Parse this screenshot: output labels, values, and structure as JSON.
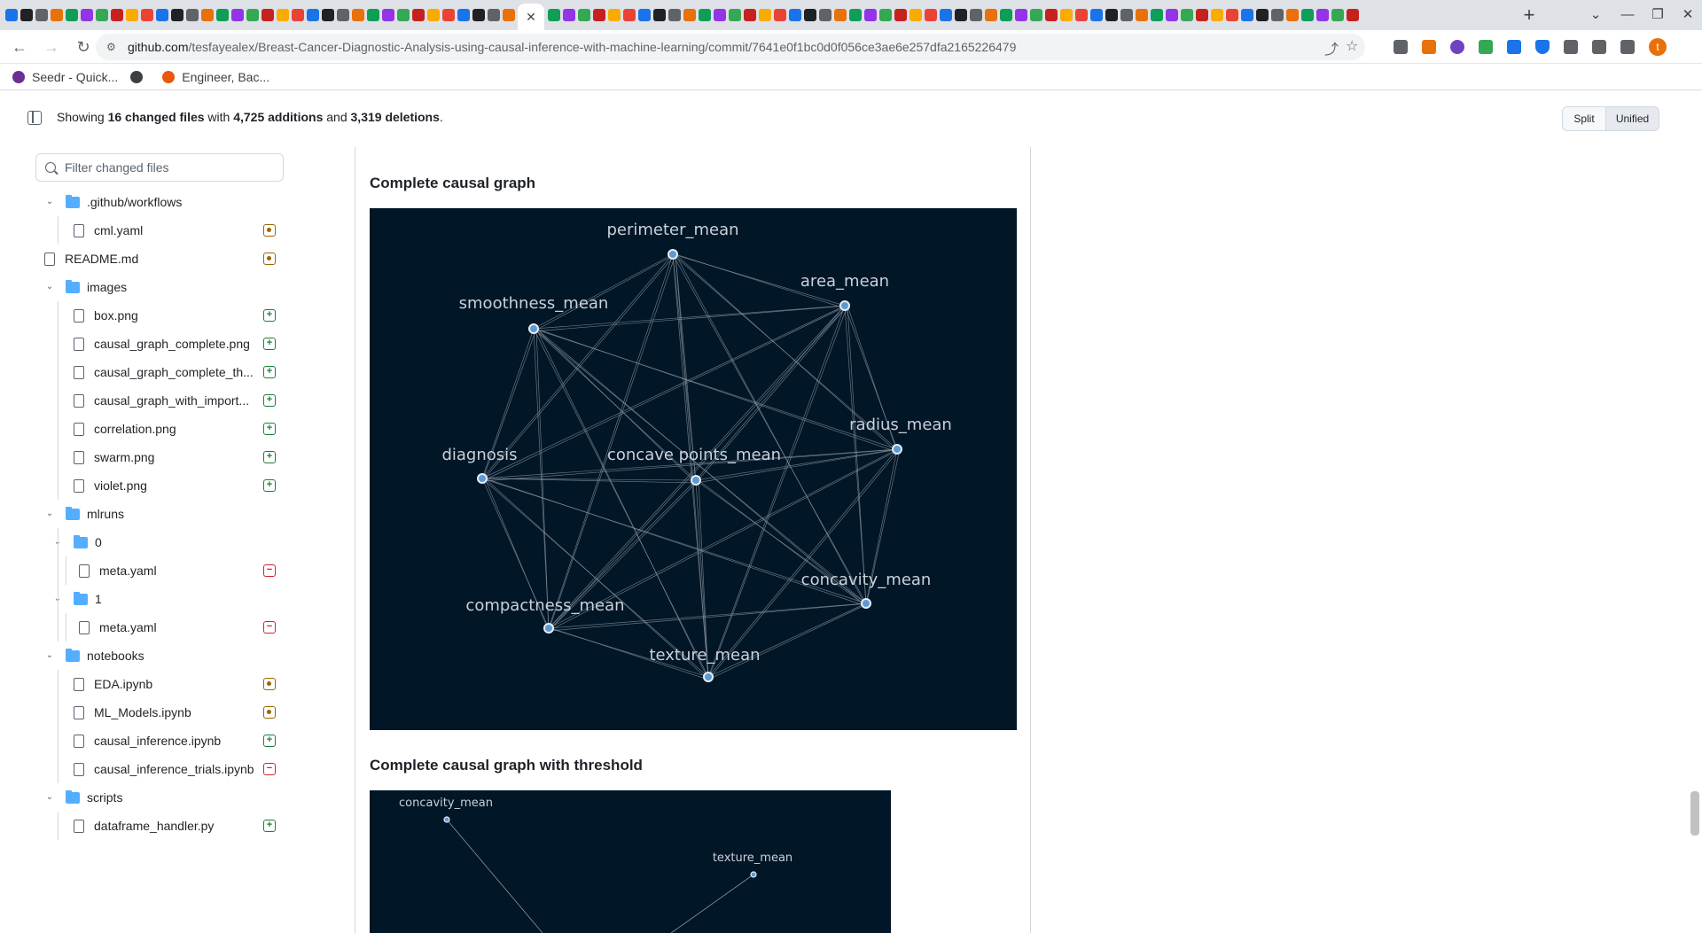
{
  "browser": {
    "url_host": "github.com",
    "url_path": "/tesfayealex/Breast-Cancer-Diagnostic-Analysis-using-causal-inference-with-machine-learning/commit/7641e0f1bc0d0f056ce3ae6e257dfa2165226479",
    "profile_initial": "t",
    "close_tab_glyph": "✕",
    "new_tab_glyph": "+",
    "bookmarks": [
      {
        "label": "Seedr - Quick..."
      },
      {
        "label": "Engineer, Bac..."
      }
    ]
  },
  "diff": {
    "summary_prefix": "Showing ",
    "files_count": "16 changed files",
    "with_text": " with ",
    "additions": "4,725 additions",
    "and_text": " and ",
    "deletions": "3,319 deletions",
    "period": ".",
    "split_label": "Split",
    "unified_label": "Unified"
  },
  "file_filter": {
    "placeholder": "Filter changed files"
  },
  "file_tree": [
    {
      "type": "folder",
      "name": ".github/workflows",
      "depth": 0,
      "expanded": true
    },
    {
      "type": "file",
      "name": "cml.yaml",
      "depth": 1,
      "status": "modified"
    },
    {
      "type": "file",
      "name": "README.md",
      "depth": 0,
      "status": "modified"
    },
    {
      "type": "folder",
      "name": "images",
      "depth": 0,
      "expanded": true
    },
    {
      "type": "file",
      "name": "box.png",
      "depth": 1,
      "status": "added"
    },
    {
      "type": "file",
      "name": "causal_graph_complete.png",
      "depth": 1,
      "status": "added"
    },
    {
      "type": "file",
      "name": "causal_graph_complete_th...",
      "depth": 1,
      "status": "added"
    },
    {
      "type": "file",
      "name": "causal_graph_with_import...",
      "depth": 1,
      "status": "added"
    },
    {
      "type": "file",
      "name": "correlation.png",
      "depth": 1,
      "status": "added"
    },
    {
      "type": "file",
      "name": "swarm.png",
      "depth": 1,
      "status": "added"
    },
    {
      "type": "file",
      "name": "violet.png",
      "depth": 1,
      "status": "added"
    },
    {
      "type": "folder",
      "name": "mlruns",
      "depth": 0,
      "expanded": true
    },
    {
      "type": "folder",
      "name": "0",
      "depth": 1,
      "expanded": true
    },
    {
      "type": "file",
      "name": "meta.yaml",
      "depth": 2,
      "status": "deleted"
    },
    {
      "type": "folder",
      "name": "1",
      "depth": 1,
      "expanded": true
    },
    {
      "type": "file",
      "name": "meta.yaml",
      "depth": 2,
      "status": "deleted"
    },
    {
      "type": "folder",
      "name": "notebooks",
      "depth": 0,
      "expanded": true
    },
    {
      "type": "file",
      "name": "EDA.ipynb",
      "depth": 1,
      "status": "modified"
    },
    {
      "type": "file",
      "name": "ML_Models.ipynb",
      "depth": 1,
      "status": "modified"
    },
    {
      "type": "file",
      "name": "causal_inference.ipynb",
      "depth": 1,
      "status": "added"
    },
    {
      "type": "file",
      "name": "causal_inference_trials.ipynb",
      "depth": 1,
      "status": "deleted"
    },
    {
      "type": "folder",
      "name": "scripts",
      "depth": 0,
      "expanded": true
    },
    {
      "type": "file",
      "name": "dataframe_handler.py",
      "depth": 1,
      "status": "added"
    }
  ],
  "status_glyphs": {
    "modified": "",
    "added": "+",
    "deleted": "−"
  },
  "sections": [
    {
      "title": "Complete causal graph"
    },
    {
      "title": "Complete causal graph with threshold"
    }
  ],
  "graph_complete": {
    "nodes": [
      "perimeter_mean",
      "area_mean",
      "smoothness_mean",
      "radius_mean",
      "diagnosis",
      "concave points_mean",
      "concavity_mean",
      "compactness_mean",
      "texture_mean"
    ],
    "background": "#011627",
    "edge_color": "#8a949e",
    "node_color": "#5b9bd5"
  },
  "graph_threshold": {
    "nodes": [
      "concavity_mean",
      "texture_mean"
    ]
  },
  "colors": {
    "accent": "#0969da",
    "added": "#1a7f37",
    "deleted": "#d1242f",
    "modified": "#9a6700",
    "folder": "#54aeff"
  }
}
